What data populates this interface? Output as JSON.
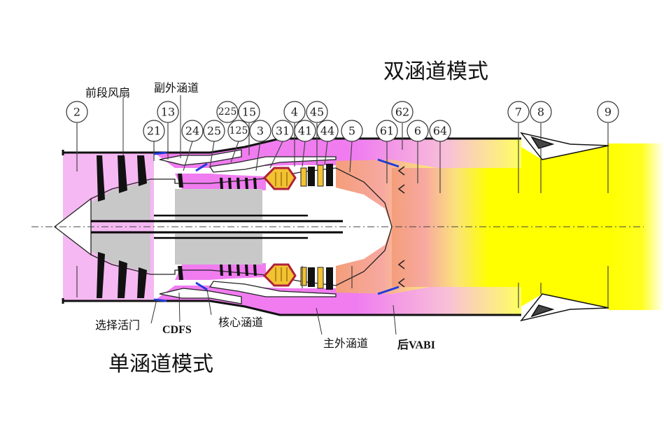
{
  "titles": {
    "dual_bypass_mode": "双涵道模式",
    "single_bypass_mode": "单涵道模式"
  },
  "labels": {
    "front_fan": "前段风扇",
    "secondary_bypass": "副外涵道",
    "selector_valve": "选择活门",
    "cdfs": "CDFS",
    "core_duct": "核心涵道",
    "main_bypass": "主外涵道",
    "rear_vabi": "后VABI"
  },
  "stations": [
    "2",
    "21",
    "13",
    "24",
    "25",
    "225",
    "125",
    "15",
    "3",
    "31",
    "4",
    "41",
    "45",
    "44",
    "5",
    "61",
    "62",
    "6",
    "64",
    "7",
    "8",
    "9"
  ],
  "colors": {
    "bypass_pink": "#f07cf0",
    "fan_pink": "#f5b8f2",
    "core_orange": "#f5a570",
    "exhaust_yellow": "#ffff00",
    "combustor_yellow": "#f3c232",
    "combustor_red": "#b0203a",
    "casing_gray": "#c8c8c8",
    "vabi_blue": "#1f3cdb"
  }
}
